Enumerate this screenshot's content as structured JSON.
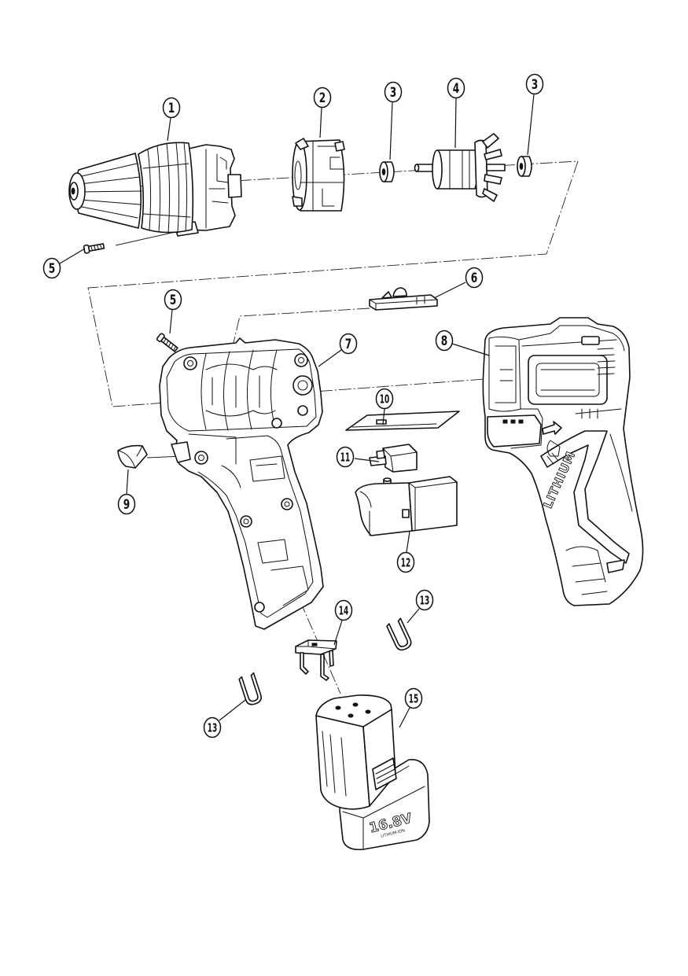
{
  "callouts": [
    {
      "label": "1"
    },
    {
      "label": "2"
    },
    {
      "label": "3"
    },
    {
      "label": "4"
    },
    {
      "label": "3"
    },
    {
      "label": "5"
    },
    {
      "label": "6"
    },
    {
      "label": "5"
    },
    {
      "label": "7"
    },
    {
      "label": "8"
    },
    {
      "label": "10"
    },
    {
      "label": "11"
    },
    {
      "label": "9"
    },
    {
      "label": "12"
    },
    {
      "label": "14"
    },
    {
      "label": "13"
    },
    {
      "label": "13"
    },
    {
      "label": "15"
    }
  ],
  "housing": {
    "grip_text": "LITHIUM"
  },
  "battery": {
    "voltage": "16.8V",
    "chemistry": "LITHIUM-ION"
  }
}
